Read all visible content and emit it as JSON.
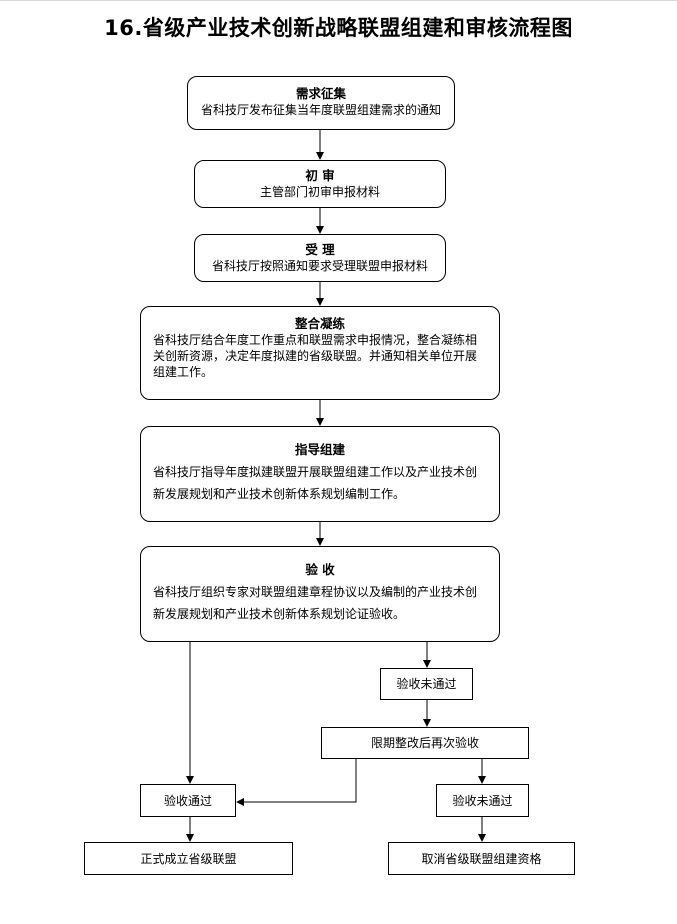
{
  "title": "16.省级产业技术创新战略联盟组建和审核流程图",
  "steps": [
    {
      "head": "需求征集",
      "body": "省科技厅发布征集当年度联盟组建需求的通知"
    },
    {
      "head": "初  审",
      "body": "主管部门初审申报材料"
    },
    {
      "head": "受  理",
      "body": "省科技厅按照通知要求受理联盟申报材料"
    },
    {
      "head": "整合凝练",
      "body": "省科技厅结合年度工作重点和联盟需求申报情况，整合凝练相关创新资源，决定年度拟建的省级联盟。并通知相关单位开展组建工作。"
    },
    {
      "head": "指导组建",
      "body": "省科技厅指导年度拟建联盟开展联盟组建工作以及产业技术创新发展规划和产业技术创新体系规划编制工作。"
    },
    {
      "head": "验  收",
      "body": "省科技厅组织专家对联盟组建章程协议以及编制的产业技术创新发展规划和产业技术创新体系规划论证验收。"
    }
  ],
  "branches": {
    "fail_first": "验收未通过",
    "rectify": "限期整改后再次验收",
    "pass": "验收通过",
    "fail_second": "验收未通过",
    "establish": "正式成立省级联盟",
    "cancel": "取消省级联盟组建资格"
  }
}
